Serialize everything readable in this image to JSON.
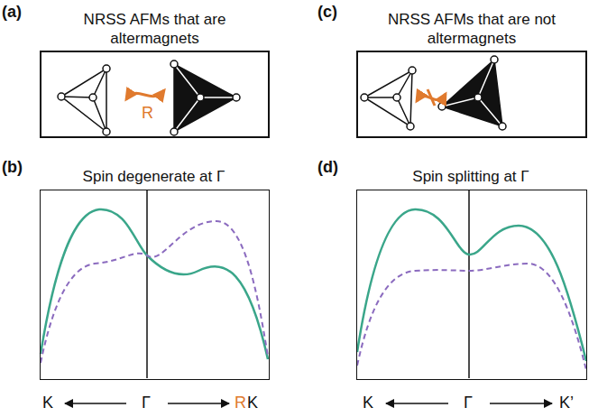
{
  "diagram": {
    "nodes": [
      {
        "text": [
          "NRSS AFMs that are altermagnets",
          "R"
        ]
      },
      {
        "text": [
          "Spin degenerate at Γ"
        ]
      },
      {
        "text": [
          "NRSS AFMs that are not altermagnets"
        ]
      },
      {
        "text": [
          "Spin splitting at Γ"
        ]
      }
    ],
    "labels": [
      "(a)",
      "(b)",
      "(c)",
      "(d)",
      "K",
      "Γ",
      "R",
      "K",
      "K",
      "Γ",
      "K’"
    ]
  }
}
